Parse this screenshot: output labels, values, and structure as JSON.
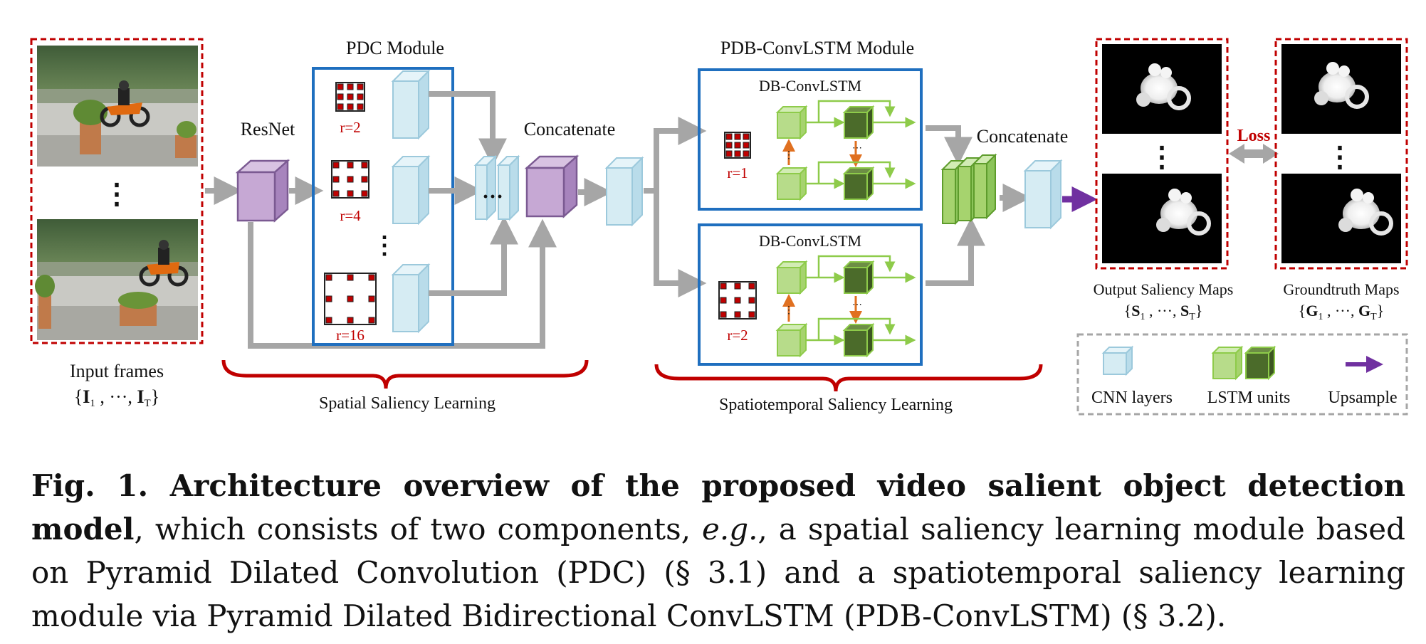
{
  "input": {
    "label": "Input frames",
    "set_prefix": "{",
    "set_first": "I",
    "set_first_sub": "1",
    "set_mid": " , ···,  ",
    "set_last": "I",
    "set_last_sub": "T",
    "set_suffix": "}"
  },
  "resnet_label": "ResNet",
  "pdc": {
    "title": "PDC Module",
    "rates": [
      "r=2",
      "r=4",
      "r=16"
    ]
  },
  "concat_label_1": "Concatenate",
  "pdb": {
    "title": "PDB-ConvLSTM Module",
    "block_title_top": "DB-ConvLSTM",
    "block_title_bottom": "DB-ConvLSTM",
    "rate_top": "r=1",
    "rate_bottom": "r=2"
  },
  "concat_label_2": "Concatenate",
  "loss_label": "Loss",
  "output": {
    "label": "Output Saliency Maps",
    "set_first": "S",
    "set_first_sub": "1",
    "set_last": "S",
    "set_last_sub": "T"
  },
  "groundtruth": {
    "label": "Groundtruth Maps",
    "set_first": "G",
    "set_first_sub": "1",
    "set_last": "G",
    "set_last_sub": "T"
  },
  "brace_spatial": "Spatial Saliency Learning",
  "brace_spatiotemporal": "Spatiotemporal Saliency Learning",
  "legend": {
    "cnn": "CNN layers",
    "lstm": "LSTM units",
    "upsample": "Upsample"
  },
  "caption": {
    "bold": "Fig. 1. Architecture overview of the proposed video salient object detection model",
    "part1": ", which consists of two components, ",
    "eg": "e.g.",
    "part2": ", a spatial saliency learning module based on Pyramid Dilated Convolution (PDC) (§ 3.1) and a spatiotemporal saliency learning module via Pyramid Dilated Bidirectional ConvLSTM (PDB-ConvLSTM) (§ 3.2)."
  },
  "colors": {
    "cnn_fill": "#d6ecf3",
    "resnet_fill": "#c6a8d4",
    "lstm_light": "#b7dc8a",
    "lstm_dark": "#4b6b2a",
    "arrow_gray": "#a6a6a6",
    "box_blue": "#1f6fbf",
    "red": "#c00000",
    "purple": "#7030a0",
    "orange": "#e07020"
  }
}
